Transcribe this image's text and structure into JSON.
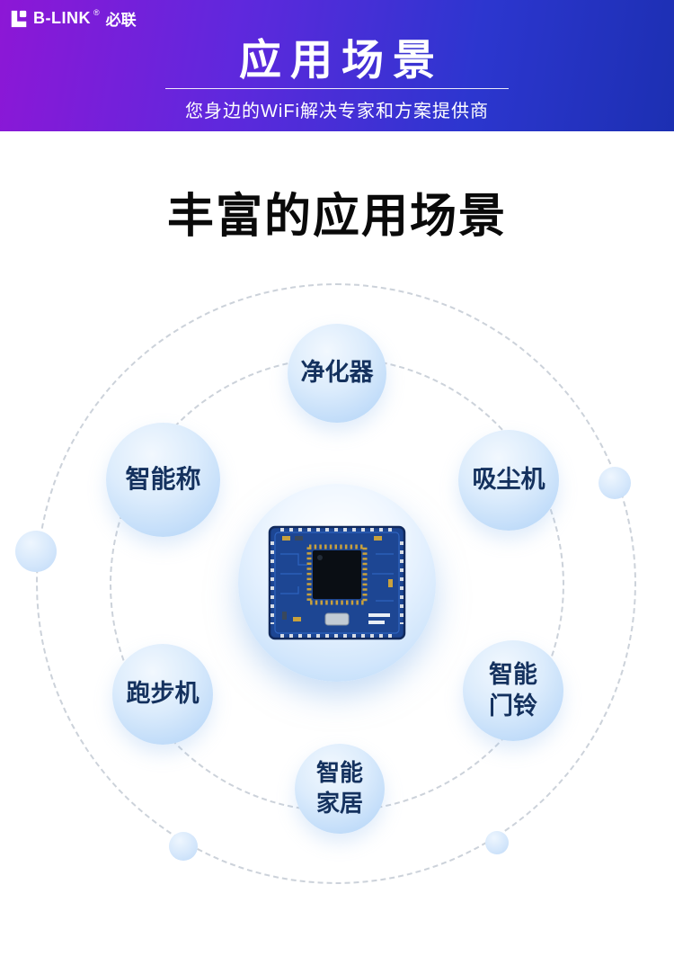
{
  "header": {
    "logo_text": "B-LINK",
    "logo_reg": "®",
    "logo_cn": "必联",
    "title": "应用场景",
    "subtitle": "您身边的WiFi解决专家和方案提供商"
  },
  "main": {
    "title": "丰富的应用场景",
    "center_icon": "wifi-module-board",
    "bubbles": [
      {
        "id": "air-purifier",
        "lines": [
          "净化器"
        ]
      },
      {
        "id": "smart-scale",
        "lines": [
          "智能称"
        ]
      },
      {
        "id": "vacuum-cleaner",
        "lines": [
          "吸尘机"
        ]
      },
      {
        "id": "treadmill",
        "lines": [
          "跑步机"
        ]
      },
      {
        "id": "smart-doorbell",
        "lines": [
          "智能",
          "门铃"
        ]
      },
      {
        "id": "smart-home",
        "lines": [
          "智能",
          "家居"
        ]
      }
    ]
  },
  "colors": {
    "header_gradient_start": "#8d17d6",
    "header_gradient_end": "#1c2fb2",
    "bubble_text": "#14315e",
    "bubble_fill": "#bcd9f8",
    "ring_dash": "#ccd2da"
  }
}
